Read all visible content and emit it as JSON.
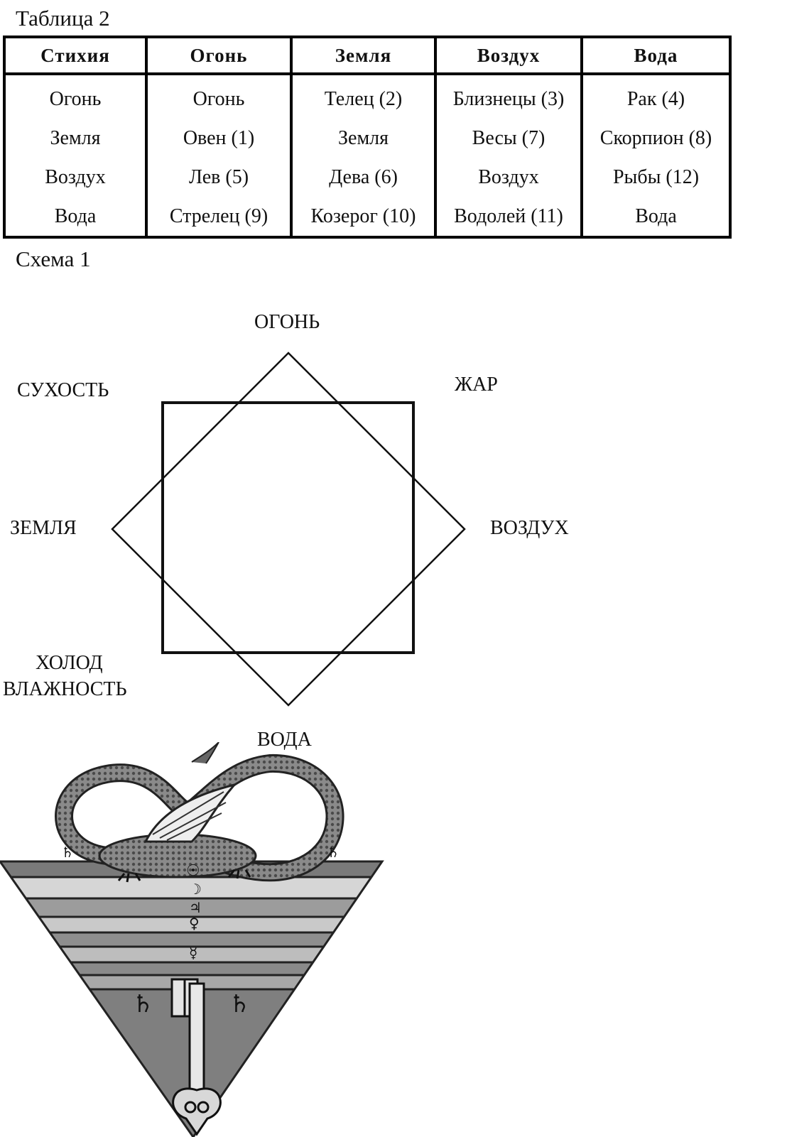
{
  "table": {
    "caption": "Таблица 2",
    "headers": [
      "Стихия",
      "Огонь",
      "Земля",
      "Воздух",
      "Вода"
    ],
    "rows": [
      [
        "Огонь",
        "Огонь",
        "Телец (2)",
        "Близнецы (3)",
        "Рак (4)"
      ],
      [
        "Земля",
        "Овен (1)",
        "Земля",
        "Весы (7)",
        "Скорпион (8)"
      ],
      [
        "Воздух",
        "Лев (5)",
        "Дева (6)",
        "Воздух",
        "Рыбы (12)"
      ],
      [
        "Вода",
        "Стрелец (9)",
        "Козерог (10)",
        "Водолей (11)",
        "Вода"
      ]
    ]
  },
  "scheme": {
    "caption": "Схема 1",
    "labels": {
      "fire": "ОГОНЬ",
      "dryness": "СУХОСТЬ",
      "heat": "ЖАР",
      "earth": "ЗЕМЛЯ",
      "air": "ВОЗДУХ",
      "cold": "ХОЛОД",
      "moisture": "ВЛАЖНОСТЬ",
      "water": "ВОДА"
    }
  },
  "emblem": {
    "symbols": {
      "saturn": "♄",
      "moon": "☽",
      "jupiter": "♃",
      "venus": "♀",
      "mercury": "☿",
      "sun": "☉"
    }
  }
}
